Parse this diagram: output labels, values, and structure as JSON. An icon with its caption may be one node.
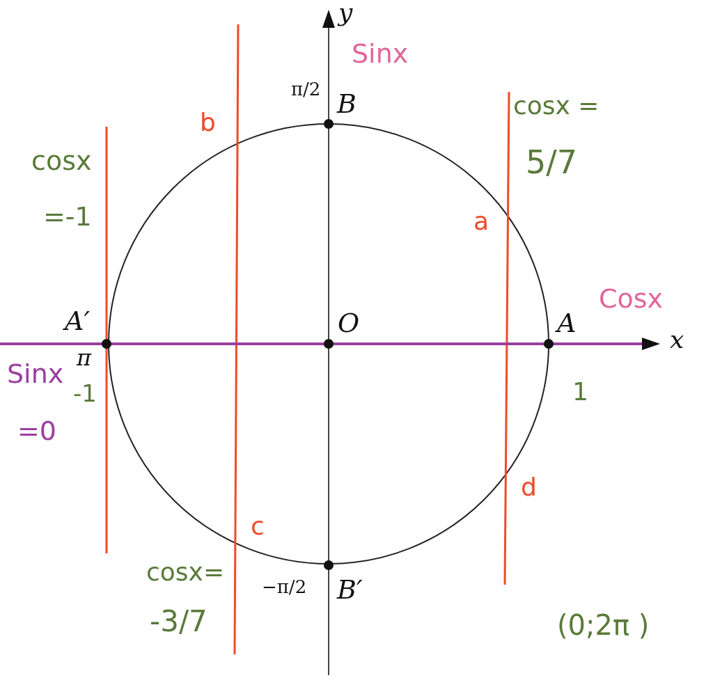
{
  "diagram": {
    "labels": [
      "y",
      "Sinx",
      "π/2",
      "B",
      "b",
      "cosx =",
      "cosx",
      "5/7",
      "=-1",
      "a",
      "Cosx",
      "A′",
      "O",
      "A",
      "x",
      "π",
      "Sinx",
      "-1",
      "1",
      "=0",
      "d",
      "c",
      "cosx=",
      "−π/2",
      "B′",
      "-3/7",
      "(0;2π )"
    ]
  }
}
